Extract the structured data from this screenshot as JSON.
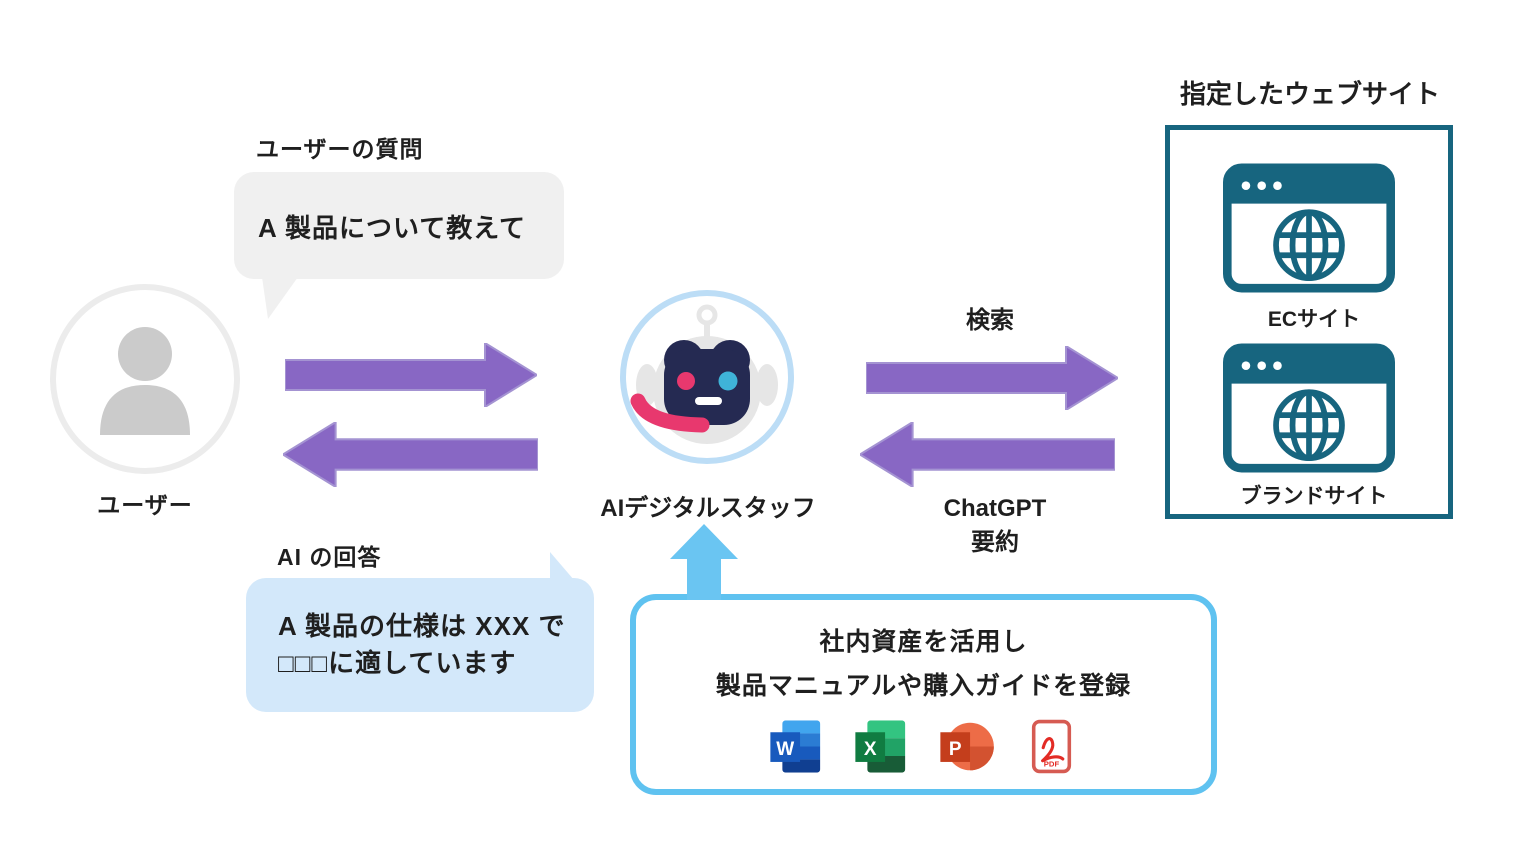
{
  "colors": {
    "purple_arrow": "#8867C4",
    "teal": "#17657F",
    "light_blue_accent": "#5FC2F0",
    "question_bubble_bg": "#F0F0F0",
    "answer_bubble_bg": "#D3E8FA",
    "robot_navy": "#252A52",
    "robot_pink": "#E8386E",
    "robot_cyan": "#3FB3D8"
  },
  "user": {
    "label": "ユーザー"
  },
  "question": {
    "caption": "ユーザーの質問",
    "text": "A 製品について教えて"
  },
  "answer": {
    "caption": "AI の回答",
    "line1": "A 製品の仕様は XXX で",
    "line2": "□□□に適しています"
  },
  "robot": {
    "label": "AIデジタルスタッフ"
  },
  "right_flow": {
    "to_label": "検索",
    "back_label_line1": "ChatGPT",
    "back_label_line2": "要約"
  },
  "websites": {
    "title": "指定したウェブサイト",
    "items": [
      {
        "label": "ECサイト"
      },
      {
        "label": "ブランドサイト"
      }
    ]
  },
  "assets": {
    "line1": "社内資産を活用し",
    "line2": "製品マニュアルや購入ガイドを登録",
    "icons": [
      {
        "name": "word",
        "letter": "W"
      },
      {
        "name": "excel",
        "letter": "X"
      },
      {
        "name": "powerpoint",
        "letter": "P"
      },
      {
        "name": "pdf",
        "label": "PDF"
      }
    ]
  }
}
